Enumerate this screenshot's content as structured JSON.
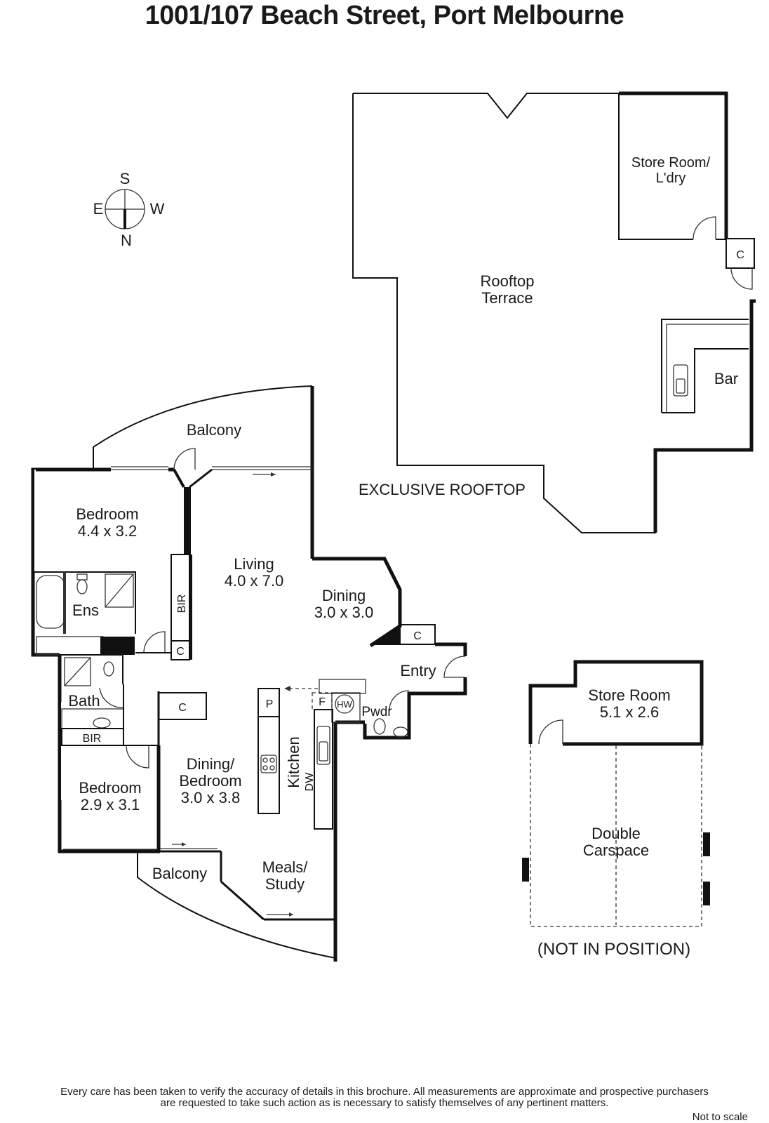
{
  "title": "1001/107 Beach Street, Port Melbourne",
  "compass": {
    "s": "S",
    "e": "E",
    "w": "W",
    "n": "N"
  },
  "rooms": {
    "rooftop_terrace": [
      "Rooftop",
      "Terrace"
    ],
    "store_laundry": [
      "Store Room/",
      "L'dry"
    ],
    "rooftop_cupboard": "C",
    "bar": "Bar",
    "exclusive_rooftop": "EXCLUSIVE ROOFTOP",
    "balcony_top": "Balcony",
    "bedroom1": [
      "Bedroom",
      "4.4 x 3.2"
    ],
    "living": [
      "Living",
      "4.0 x 7.0"
    ],
    "dining": [
      "Dining",
      "3.0 x 3.0"
    ],
    "ensuite": "Ens",
    "bir1": "BIR",
    "cupboard1": "C",
    "entry_cupboard": "C",
    "entry": "Entry",
    "bath": "Bath",
    "bir2": "BIR",
    "hall_cupboard": "C",
    "pantry": "P",
    "fridge": "F",
    "hot_water": "HW",
    "powder": "Pwdr",
    "kitchen": "Kitchen",
    "dishwasher": "DW",
    "bedroom2": [
      "Bedroom",
      "2.9 x 3.1"
    ],
    "dining_bedroom": [
      "Dining/",
      "Bedroom",
      "3.0 x 3.8"
    ],
    "balcony_bottom": "Balcony",
    "meals_study": [
      "Meals/",
      "Study"
    ],
    "store_room": [
      "Store Room",
      "5.1 x 2.6"
    ],
    "carspace": [
      "Double",
      "Carspace"
    ],
    "not_in_position": "(NOT IN POSITION)"
  },
  "disclaimer": [
    "Every care has been taken to verify the accuracy of details in this brochure.  All measurements are approximate and prospective purchasers",
    "are requested to take such action as is necessary to satisfy themselves of any pertinent matters."
  ],
  "not_to_scale": "Not to scale"
}
